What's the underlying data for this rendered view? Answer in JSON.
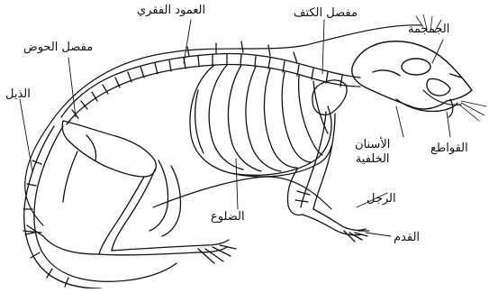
{
  "labels": {
    "skull": "الجمجمة",
    "shoulder_joint": "مفصل الكتف",
    "spine": "العمود الفقري",
    "hip_joint": "مفصل الحوض",
    "tail": "الذيل",
    "back_teeth_line1": "الأسنان",
    "back_teeth_line2": "الخلفية",
    "incisors": "القواطع",
    "leg": "الرجل",
    "ribs": "الضلوع",
    "foot": "القدم"
  },
  "colors": {
    "ink": "#111111",
    "background": "#ffffff"
  }
}
